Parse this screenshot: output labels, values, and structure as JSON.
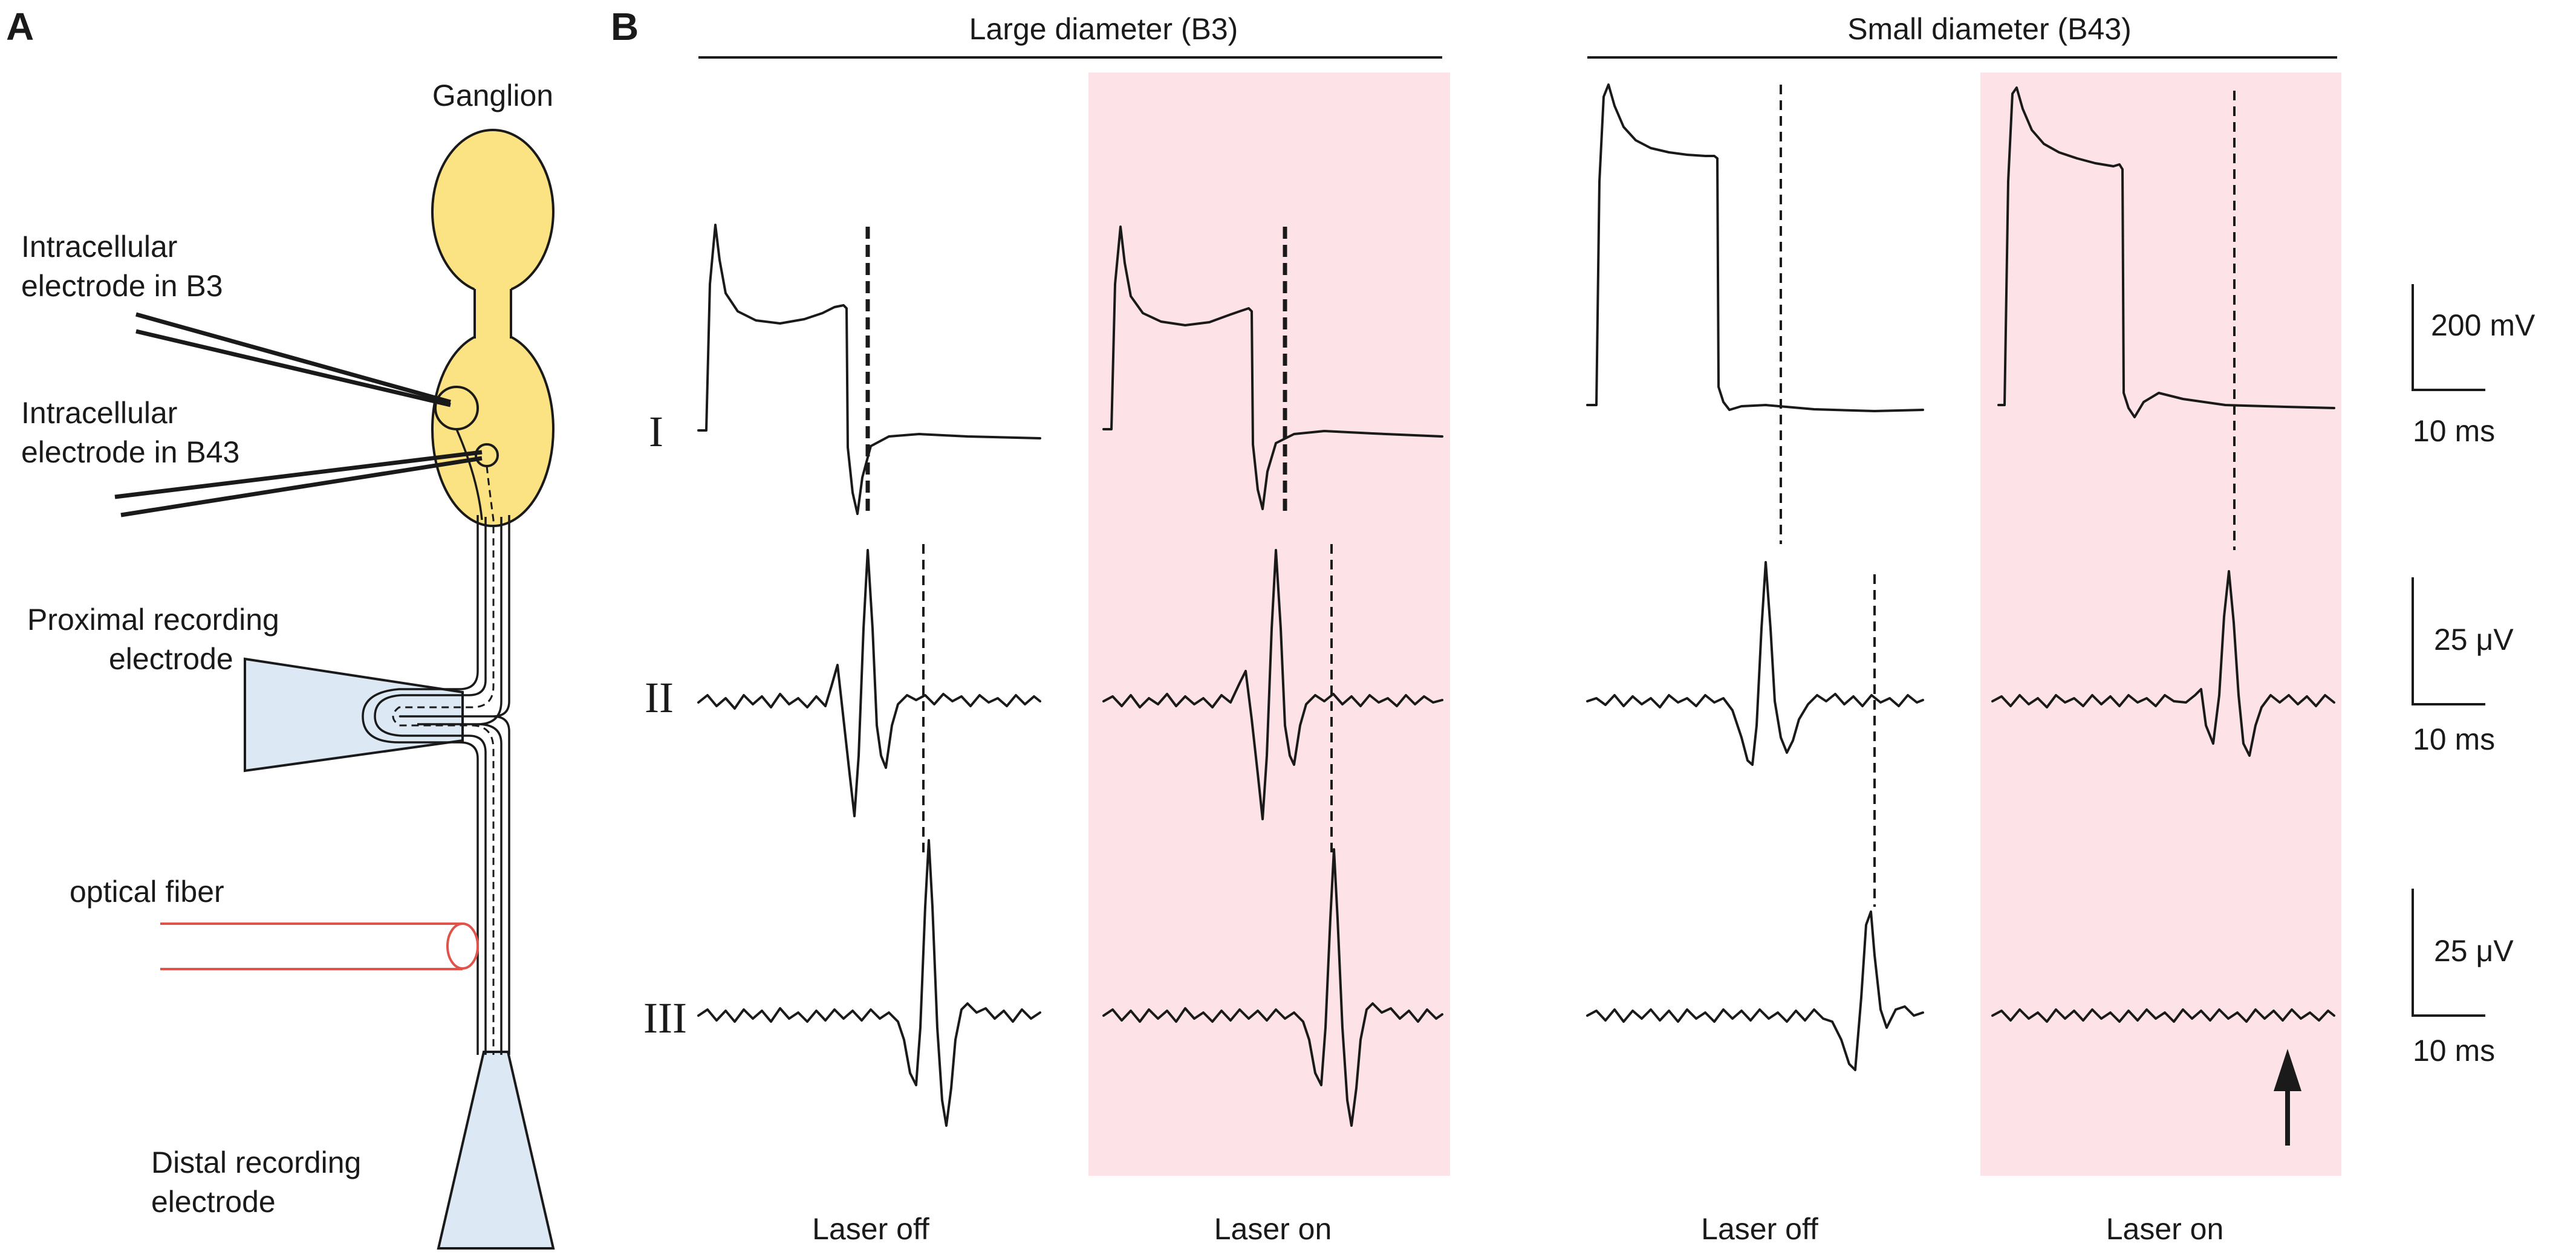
{
  "panel_a": {
    "letter": "A",
    "ganglion_label": "Ganglion",
    "electrode_b3_line1": "Intracellular",
    "electrode_b3_line2": "electrode in B3",
    "electrode_b43_line1": "Intracellular",
    "electrode_b43_line2": "electrode in B43",
    "proximal_line1": "Proximal recording",
    "proximal_line2": "electrode",
    "fiber_label": "optical fiber",
    "distal_line1": "Distal recording",
    "distal_line2": "electrode"
  },
  "panel_b": {
    "letter": "B",
    "group_large": "Large diameter (B3)",
    "group_small": "Small diameter (B43)",
    "row_labels": [
      "I",
      "II",
      "III"
    ],
    "column_labels": [
      "Laser off",
      "Laser on",
      "Laser off",
      "Laser on"
    ],
    "scale_bars": [
      {
        "amplitude": "200 mV",
        "time": "10 ms"
      },
      {
        "amplitude": "25 μV",
        "time": "10 ms"
      },
      {
        "amplitude": "25 μV",
        "time": "10 ms"
      }
    ],
    "colors": {
      "laser_on_shading": "#fde3e8",
      "ganglion": "#fbe384",
      "electrode_glass": "#dce9f5",
      "optical_fiber": "#e0524a",
      "trace": "#1a1a1a"
    }
  }
}
